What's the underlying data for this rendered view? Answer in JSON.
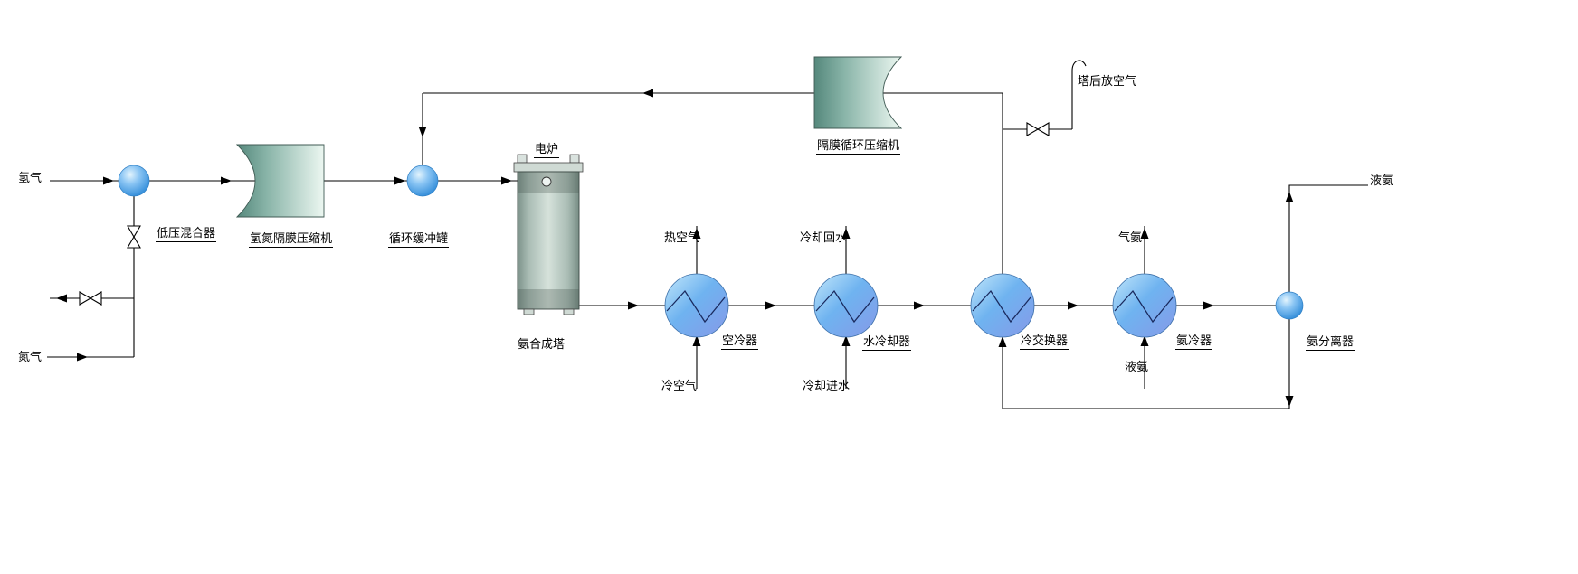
{
  "equipment": {
    "lp_mixer": "低压混合器",
    "h2n2_diaphragm_compressor": "氢氮隔膜压缩机",
    "recycle_buffer_tank": "循环缓冲罐",
    "electric_furnace": "电炉",
    "ammonia_synthesis_tower": "氨合成塔",
    "air_cooler": "空冷器",
    "water_cooler": "水冷却器",
    "cold_exchanger": "冷交换器",
    "ammonia_cooler": "氨冷器",
    "ammonia_separator": "氨分离器",
    "diaphragm_recycle_compressor": "隔膜循环压缩机"
  },
  "streams": {
    "hydrogen": "氢气",
    "nitrogen": "氮气",
    "hot_air": "热空气",
    "cold_air": "冷空气",
    "cooling_return_water": "冷却回水",
    "cooling_inlet_water": "冷却进水",
    "gas_ammonia": "气氨",
    "liquid_ammonia_refrigerant": "液氨",
    "liquid_ammonia_product": "液氨",
    "vent_after_tower": "塔后放空气"
  },
  "colors": {
    "line": "#000000",
    "vessel_ball_light": "#e3f4fd",
    "vessel_ball_dark": "#2e8ad8",
    "exchanger_light": "#c2e7fa",
    "exchanger_dark": "#8699e8",
    "compressor_dark": "#55887c",
    "compressor_light": "#ecf7f1",
    "tower_light": "#d6e2db",
    "tower_dark": "#7c9189",
    "background": "#ffffff"
  }
}
